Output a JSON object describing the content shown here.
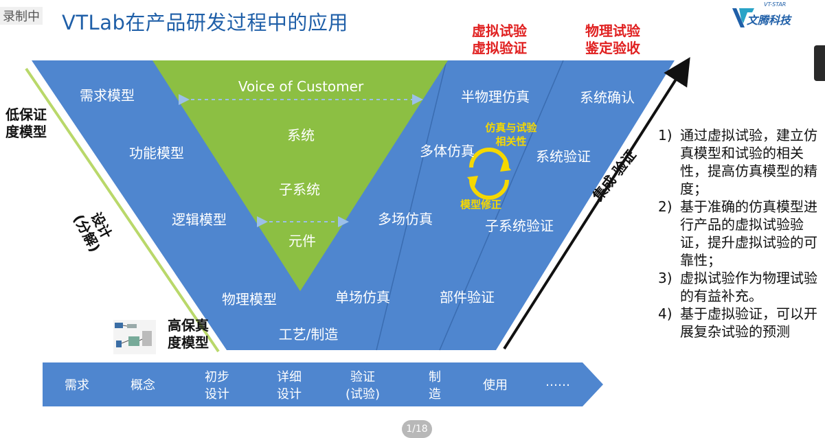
{
  "overlay": {
    "recording": "录制中",
    "page_indicator": "1/18"
  },
  "title": "VTLab在产品研发过程中的应用",
  "logo": {
    "sub": "VT-STAR",
    "text": "文腾科技"
  },
  "headers": {
    "virtual": [
      "虚拟试验",
      "虚拟验证"
    ],
    "physical": [
      "物理试验",
      "鉴定验收"
    ]
  },
  "left_labels": {
    "low_fidelity": [
      "低保证",
      "度模型"
    ],
    "high_fidelity": [
      "高保真",
      "度模型"
    ],
    "design": [
      "设计",
      "(分解)"
    ]
  },
  "right_label": {
    "integration": "集成  验证"
  },
  "v_diagram": {
    "voice": "Voice  of Customer",
    "center": [
      "系统",
      "子系统",
      "元件"
    ],
    "left": [
      "需求模型",
      "功能模型",
      "逻辑模型",
      "物理模型"
    ],
    "bottom": "工艺/制造",
    "simulation": [
      "半物理仿真",
      "多体仿真",
      "多场仿真",
      "单场仿真"
    ],
    "verification": [
      "系统确认",
      "系统验证",
      "子系统验证",
      "部件验证"
    ],
    "cycle_top": [
      "仿真与试验",
      "相关性"
    ],
    "cycle_bottom": "模型修正"
  },
  "process_bar": [
    {
      "lines": [
        "需求"
      ]
    },
    {
      "lines": [
        "概念"
      ]
    },
    {
      "lines": [
        "初步",
        "设计"
      ]
    },
    {
      "lines": [
        "详细",
        "设计"
      ]
    },
    {
      "lines": [
        "验证",
        "(试验)"
      ]
    },
    {
      "lines": [
        "制",
        "造"
      ]
    },
    {
      "lines": [
        "使用"
      ]
    },
    {
      "lines": [
        "……"
      ]
    }
  ],
  "notes": [
    {
      "num": "1)",
      "text": "通过虚拟试验，建立仿真模型和试验的相关性，提高仿真模型的精度；"
    },
    {
      "num": "2)",
      "text": "基于准确的仿真模型进行产品的虚拟试验验证，提升虚拟试验的可靠性；"
    },
    {
      "num": "3)",
      "text": "虚拟试验作为物理试验的有益补充。"
    },
    {
      "num": "4)",
      "text": "基于虚拟验证，可以开展复杂试验的预测"
    }
  ],
  "colors": {
    "blue": "#4f86cf",
    "green": "#8cbf43",
    "title": "#1f5fa8",
    "red": "#e02020",
    "yellow": "#f5d800",
    "line_green": "#b9d86a"
  }
}
